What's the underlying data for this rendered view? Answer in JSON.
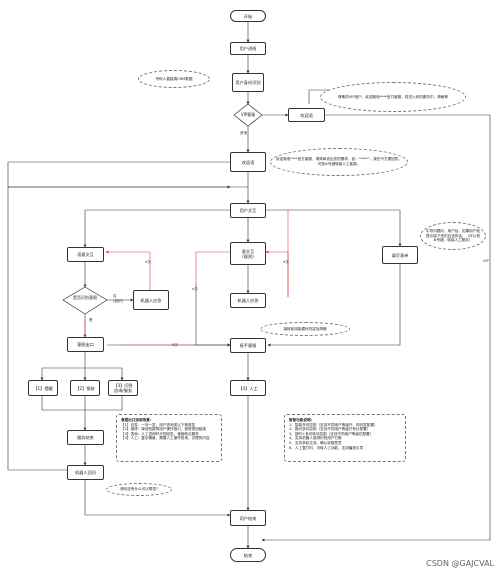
{
  "nodes": {
    "start": "开始",
    "user_enter": "用户进线",
    "user_info": "用户身份识别",
    "vip": "VIP客服",
    "welcome1": "欢迎语",
    "welcome2": "欢迎语",
    "user_intent": "用户文互",
    "clarify": "语意文互",
    "recognize": "是否识别意图",
    "robot1": "机器人应答",
    "intent_mid": "意文互\n(规则)",
    "robot2": "机器人应答",
    "form": "填写表单",
    "guide_exit": "意图出口",
    "transfer": "接手客服",
    "opt1": "【1】提醒",
    "opt2": "【2】报修",
    "opt3": "【3】问答\n咨询/服务",
    "opt_human": "【4】人工",
    "service_end": "服务结束",
    "robot_reply": "机器人回问",
    "user_end": "用户结束",
    "end": "结束"
  },
  "notes": {
    "crm": "号码人直接调CRM数据",
    "vip_msg": "尊敬的VIP用户，欢迎致电****官方客服，将进入你的服务中，请稍等",
    "else": "其他",
    "welcome_msg": "欢迎致电****官方客服，请简单说出您的需求，如：“****”，我在不方便回答，可按#号键转接人工客服。",
    "guide_msg": "引导问题问，用户后，如果用户就提示接下来的应该的话，（可以按#号键，转接人工服务）",
    "no": "否\n(错识)",
    "yes": "是",
    "n1": "n次",
    "n2": "n次",
    "n3": "n次",
    "n4": "5次",
    "transfer_msg": "接转前用接模块内容及简略",
    "kefu": "VIP",
    "exit_title": "意图出口适用场景:",
    "exit_lines": [
      "【1】自答：一问一答，用户咨询类以下精准答",
      "【2】报修：单设别报障用户操作指引，报修按钮链接",
      "【3】咨询：人工咨询时代的回答，营销转法服务",
      "【4】人工：复杂情景，需要人工操作查询，办理的内容"
    ],
    "ability_title": "智能功能说明:",
    "ability_lines": [
      "1、智能开问控制（支持不同用户等级开、抑问答配置）",
      "2、报问多问控制（支持不同用户等级只有针配置）",
      "3、按时+多问转问控制（支持不同用户等级匹配置）",
      "4、支持机器人追溯识别用户打断",
      "5、支持多轮交流、确认收取签意",
      "6、人工复打时、可转人工功能，支持播放引导"
    ],
    "question": "请问还有什么可以帮您?"
  },
  "watermark": "CSDN @GAJCVAL"
}
